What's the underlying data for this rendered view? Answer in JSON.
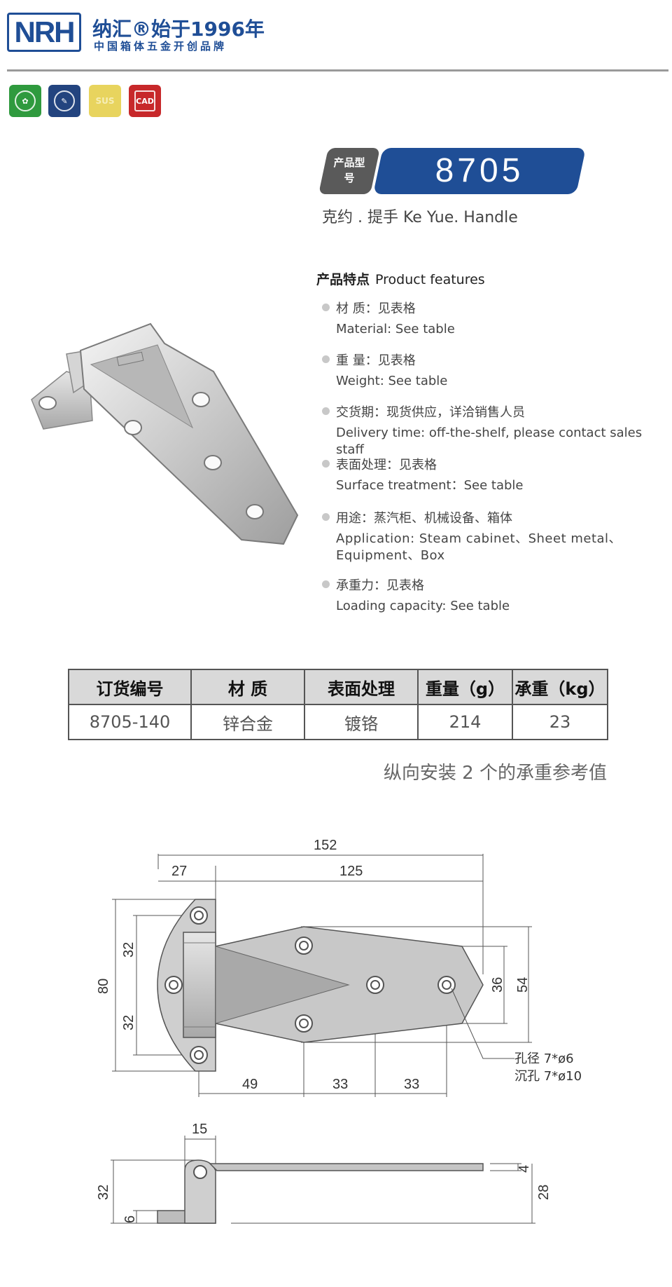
{
  "header": {
    "logo_text": "NRH",
    "brand_line1": "纳汇®始于1996年",
    "brand_line2": "中国箱体五金开创品牌",
    "cert_icons": [
      "eco-icon",
      "tools-icon",
      "sus-icon",
      "cad-icon"
    ],
    "cert_sus": "SUS",
    "cert_cad": "CAD"
  },
  "product": {
    "model_label": "产品型号",
    "model_number": "8705",
    "name": "克约 . 提手   Ke Yue. Handle"
  },
  "features": {
    "title_cn": "产品特点",
    "title_en": "Product features",
    "items": [
      {
        "cn": "材   质：见表格",
        "en": "Material: See table"
      },
      {
        "cn": "重   量：见表格",
        "en": " Weight: See table"
      },
      {
        "cn": "交货期：现货供应，详洽销售人员",
        "en": "Delivery time: off-the-shelf, please contact sales staff"
      },
      {
        "cn": "表面处理：见表格",
        "en": "Surface treatment：See table"
      },
      {
        "cn": "用途：蒸汽柜、机械设备、箱体",
        "en": "Application: Steam cabinet、Sheet metal、Equipment、Box"
      },
      {
        "cn": "承重力：见表格",
        "en": "Loading capacity: See table"
      }
    ]
  },
  "table": {
    "headers": [
      "订货编号",
      "材   质",
      "表面处理",
      "重量（g）",
      "承重（kg）"
    ],
    "rows": [
      [
        "8705-140",
        "锌合金",
        "镀铬",
        "214",
        "23"
      ]
    ],
    "note": "纵向安装 2 个的承重参考值"
  },
  "drawing": {
    "dims": {
      "total_length": "152",
      "leaf_width": "27",
      "blade_length": "125",
      "upper_half": "32",
      "lower_half": "32",
      "height": "80",
      "tip_height": "36",
      "blade_height": "54",
      "hole_pitch_1": "49",
      "hole_pitch_2": "33",
      "hole_pitch_3": "33",
      "knuckle_width": "15",
      "side_height": "32",
      "base_thickness": "6",
      "blade_thickness": "4",
      "blade_rise": "28"
    },
    "hole_note_1": "孔径 7*ø6",
    "hole_note_2": "沉孔 7*ø10"
  },
  "colors": {
    "brand_blue": "#1f4e96",
    "model_label_gray": "#5a5a5a",
    "table_header_bg": "#d9d9d9"
  }
}
